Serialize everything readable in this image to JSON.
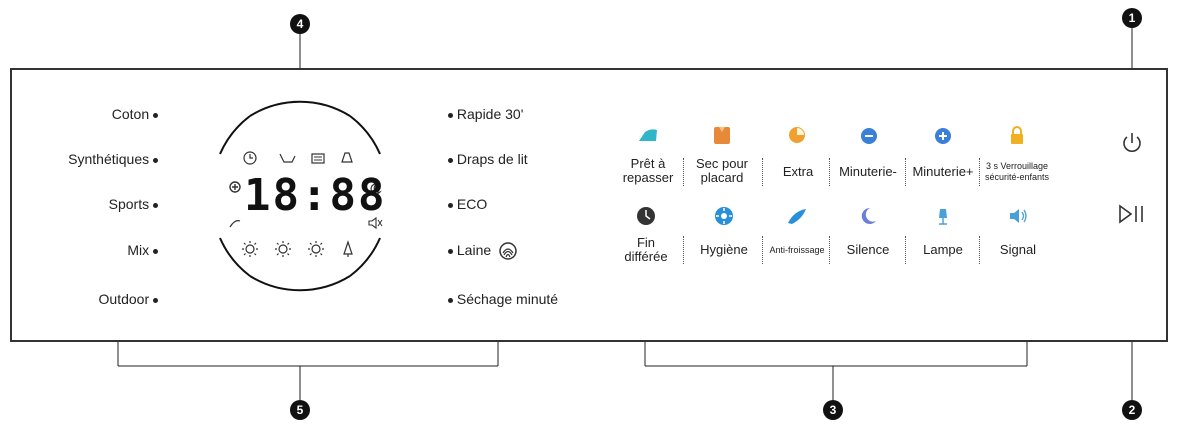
{
  "programs_left": [
    "Coton",
    "Synthétiques",
    "Sports",
    "Mix",
    "Outdoor"
  ],
  "programs_right": [
    "Rapide 30'",
    "Draps de lit",
    "ECO",
    "Laine",
    "Séchage minuté"
  ],
  "options_row1": [
    {
      "line1": "Prêt à",
      "line2": "repasser",
      "icon": "iron-icon",
      "color": "#2fb6c8"
    },
    {
      "line1": "Sec pour",
      "line2": "placard",
      "icon": "shirt-icon",
      "color": "#e8893a"
    },
    {
      "line1": "Extra",
      "line2": "",
      "icon": "extra-icon",
      "color": "#f0a030"
    },
    {
      "line1": "Minuterie-",
      "line2": "",
      "icon": "timer-minus-icon",
      "color": "#3a7fd8"
    },
    {
      "line1": "Minuterie+",
      "line2": "",
      "icon": "timer-plus-icon",
      "color": "#3a7fd8"
    },
    {
      "line1": "3 s Verrouillage",
      "line2": "sécurité-enfants",
      "icon": "lock-icon",
      "color": "#f0b020"
    }
  ],
  "options_row2": [
    {
      "line1": "Fin",
      "line2": "différée",
      "icon": "clock-icon",
      "color": "#333333"
    },
    {
      "line1": "Hygiène",
      "line2": "",
      "icon": "hygiene-icon",
      "color": "#2a8fd8"
    },
    {
      "line1": "Anti-froissage",
      "line2": "",
      "icon": "anti-crease-icon",
      "color": "#2a8fd8"
    },
    {
      "line1": "Silence",
      "line2": "",
      "icon": "moon-icon",
      "color": "#6a7fd8"
    },
    {
      "line1": "Lampe",
      "line2": "",
      "icon": "lamp-icon",
      "color": "#4aa0d8"
    },
    {
      "line1": "Signal",
      "line2": "",
      "icon": "signal-icon",
      "color": "#4aa0d8"
    }
  ],
  "display": {
    "digits": "18:88"
  },
  "callouts": {
    "c1": "1",
    "c2": "2",
    "c3": "3",
    "c4": "4",
    "c5": "5"
  }
}
